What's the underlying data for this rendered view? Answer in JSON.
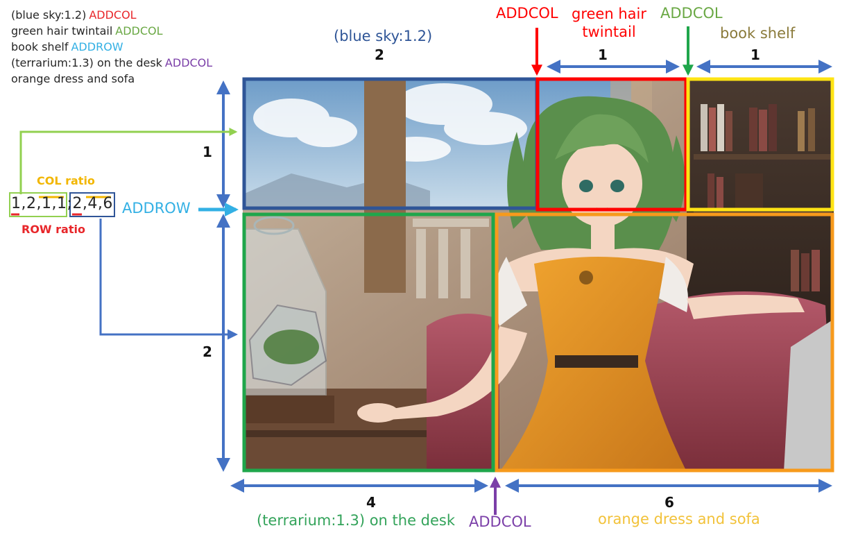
{
  "colors": {
    "addcol_red": "#e8262a",
    "addcol_green": "#6aa844",
    "addrow_blue": "#33b0e4",
    "addcol_purple": "#7b3fa8",
    "blue_box": "#2f5597",
    "red_box": "#ff0000",
    "yellow_box": "#ffe414",
    "green_box": "#1fa64b",
    "orange_box": "#f79a1c",
    "arrow_blue": "#4472c4",
    "col_ratio": "#f2b600",
    "row_ratio": "#e8262a"
  },
  "prompt_lines": [
    {
      "text": "(blue sky:1.2)",
      "keyword": "ADDCOL",
      "keyword_color": "#e8262a"
    },
    {
      "text": "green hair twintail",
      "keyword": "ADDCOL",
      "keyword_color": "#6aa844"
    },
    {
      "text": "book shelf",
      "keyword": "ADDROW",
      "keyword_color": "#33b0e4"
    },
    {
      "text": "(terrarium:1.3) on the desk",
      "keyword": "ADDCOL",
      "keyword_color": "#7b3fa8"
    },
    {
      "text": "orange dress and sofa",
      "keyword": "",
      "keyword_color": "#262626"
    }
  ],
  "ratio": {
    "col_label": "COL ratio",
    "row_label": "ROW ratio",
    "code": "1,2,1,1;2,4,6"
  },
  "addrow_label": "ADDROW",
  "regions": {
    "blue_sky": {
      "label": "(blue sky:1.2)",
      "ratio": "2"
    },
    "hair": {
      "keyword": "ADDCOL",
      "label_line1": "green hair",
      "label_line2": "twintail",
      "ratio": "1"
    },
    "shelf": {
      "keyword": "ADDCOL",
      "label": "book shelf",
      "ratio": "1"
    },
    "terrarium": {
      "label": "(terrarium:1.3) on the desk",
      "ratio": "4"
    },
    "dress": {
      "label": "orange dress and sofa",
      "ratio": "6"
    },
    "bottom_addcol": "ADDCOL"
  },
  "row_ratios": {
    "top": "1",
    "bottom": "2"
  }
}
